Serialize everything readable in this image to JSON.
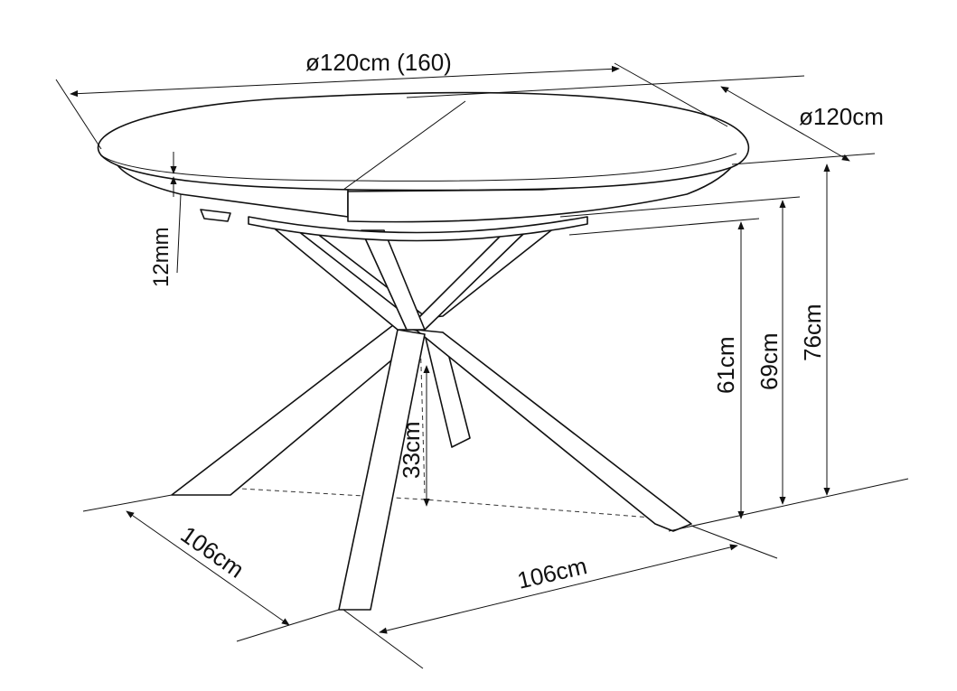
{
  "dimensions": {
    "top_width": "ø120cm (160)",
    "depth": "ø120cm",
    "top_thickness": "12mm",
    "under_height": "61cm",
    "frame_height": "69cm",
    "total_height": "76cm",
    "leg_height": "33cm",
    "base_left": "106cm",
    "base_right": "106cm"
  },
  "colors": {
    "ink": "#111111",
    "paper": "#ffffff"
  }
}
